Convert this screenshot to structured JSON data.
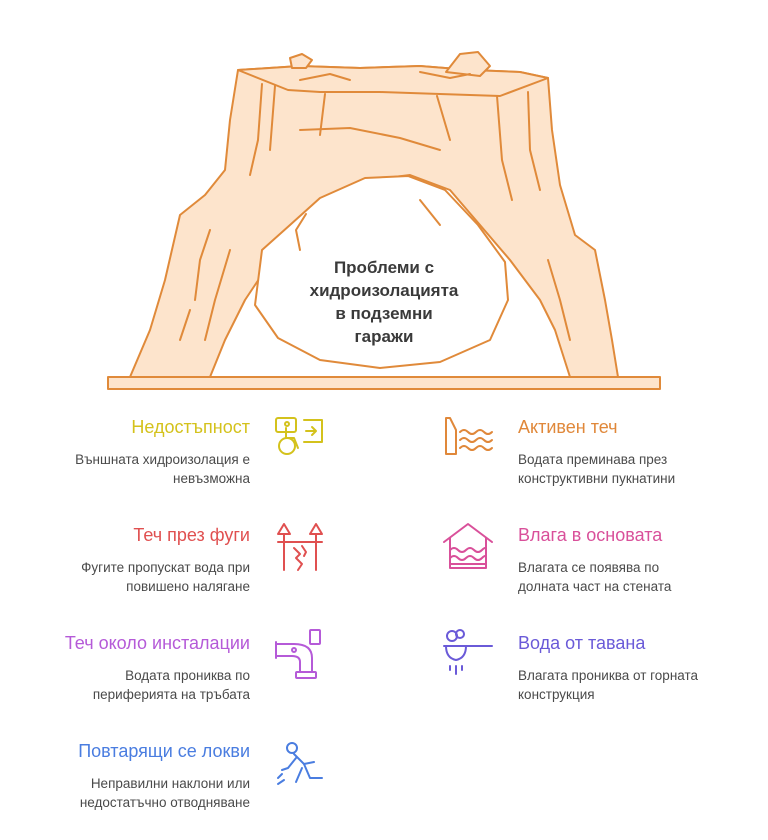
{
  "central": {
    "title": "Проблеми с\nхидроизолацията\nв подземни\nгаражи"
  },
  "items": [
    {
      "title": "Недостъпност",
      "desc": "Външната хидроизолация е\nневъзможна",
      "color": "#d4c21c",
      "icon": "accessibility-icon"
    },
    {
      "title": "Активен теч",
      "desc": "Водата преминава през\nконструктивни пукнатини",
      "color": "#e0883a",
      "icon": "water-flow-icon"
    },
    {
      "title": "Теч през фуги",
      "desc": "Фугите пропускат вода при\nповишено налягане",
      "color": "#e05050",
      "icon": "cracked-wall-icon"
    },
    {
      "title": "Влага в основата",
      "desc": "Влагата се появява по\nдолната част на стената",
      "color": "#d9509a",
      "icon": "flooded-house-icon"
    },
    {
      "title": "Теч около инсталации",
      "desc": "Водата прониква по\nпериферията на тръбата",
      "color": "#b55ad8",
      "icon": "pipe-icon"
    },
    {
      "title": "Вода от тавана",
      "desc": "Влагата прониква от горната\nконструкция",
      "color": "#6a5ad8",
      "icon": "ceiling-drip-icon"
    },
    {
      "title": "Повтарящи се локви",
      "desc": "Неправилни наклони или\nнедостатъчно отводняване",
      "color": "#4a7de0",
      "icon": "slip-icon"
    }
  ]
}
